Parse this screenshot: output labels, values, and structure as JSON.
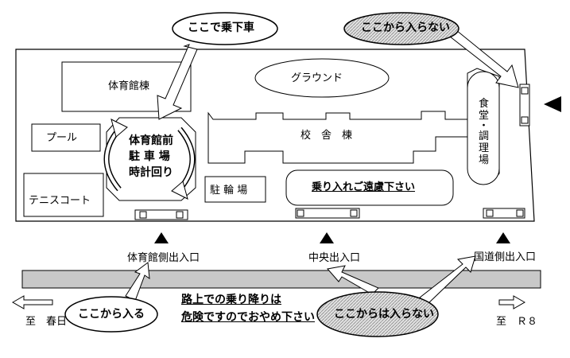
{
  "callouts": {
    "drop_off_here": "ここで乗下車",
    "no_entry_top": "ここから入らない",
    "enter_here": "ここから入る",
    "no_entry_bottom": "ここからは入らない"
  },
  "buildings": {
    "gymnasium": "体育館棟",
    "pool": "プール",
    "tennis_court": "テニスコート",
    "gym_parking_line1": "体育館前",
    "gym_parking_line2": "駐 車 場",
    "gym_parking_line3": "時計回り",
    "bicycle_parking": "駐 輪 場",
    "ground": "グラウンド",
    "school_building": "校　舎　棟",
    "cafeteria_line1": "食",
    "cafeteria_line2": "堂",
    "cafeteria_line3": "・",
    "cafeteria_line4": "調",
    "cafeteria_line5": "理",
    "cafeteria_line6": "場"
  },
  "notices": {
    "drive_in_notice": "乗り入れご遠慮下さい",
    "warning_line1": "路上での乗り降りは",
    "warning_line2": "危険ですのでおやめ下さい"
  },
  "entrances": {
    "gym_side": "体育館側出入口",
    "center": "中央出入口",
    "highway_side": "国道側出入口"
  },
  "directions": {
    "to_kasuga": "至　春日",
    "to_r8": "至　Ｒ８"
  }
}
